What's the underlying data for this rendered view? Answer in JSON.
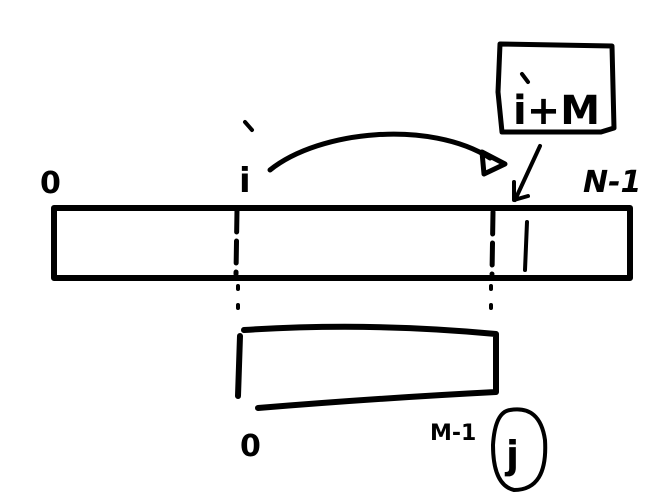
{
  "diagram": {
    "ink_color": "#000000",
    "background": "#ffffff",
    "big_array": {
      "start_label": "0",
      "i_label": "i",
      "end_label": "N-1"
    },
    "boxed_label": "i+M",
    "small_array": {
      "start_label": "0",
      "end_label": "M-1"
    },
    "index_label": "j"
  }
}
